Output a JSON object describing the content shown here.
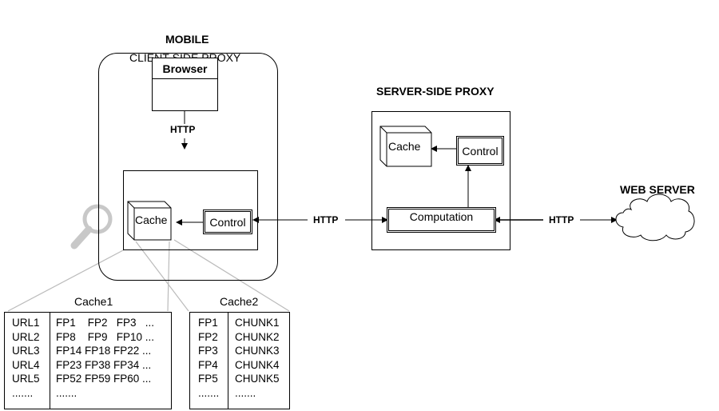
{
  "mobile": {
    "title": "MOBILE",
    "client_proxy_label": "CLIENT-SIDE PROXY",
    "browser_label": "Browser",
    "http_label": "HTTP",
    "cache_label": "Cache",
    "control_label": "Control"
  },
  "link_client_server": {
    "label": "HTTP"
  },
  "server_proxy": {
    "title": "SERVER-SIDE PROXY",
    "cache_label": "Cache",
    "control_label": "Control",
    "computation_label": "Computation"
  },
  "link_server_web": {
    "label": "HTTP"
  },
  "web_server": {
    "title": "WEB SERVER"
  },
  "cache1": {
    "title": "Cache1",
    "urls": [
      "URL1",
      "URL2",
      "URL3",
      "URL4",
      "URL5",
      "......."
    ],
    "fingerprints": [
      "FP1    FP2   FP3   ...",
      "FP8    FP9   FP10 ...",
      "FP14 FP18 FP22 ...",
      "FP23 FP38 FP34 ...",
      "FP52 FP59 FP60 ...",
      "......."
    ]
  },
  "cache2": {
    "title": "Cache2",
    "fingerprints": [
      "FP1",
      "FP2",
      "FP3",
      "FP4",
      "FP5",
      "......."
    ],
    "chunks": [
      "CHUNK1",
      "CHUNK2",
      "CHUNK3",
      "CHUNK4",
      "CHUNK5",
      "......."
    ]
  },
  "icons": {
    "magnifier": "magnifier-icon",
    "cloud": "cloud-icon",
    "cube": "cube-icon"
  },
  "colors": {
    "zoom_lines": "#bbbbbb",
    "magnifier": "#c8c8c8",
    "stroke": "#000000"
  }
}
